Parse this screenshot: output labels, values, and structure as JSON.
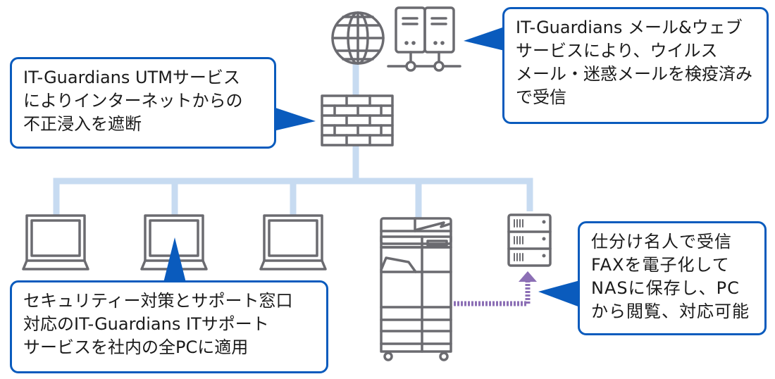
{
  "diagram": {
    "colors": {
      "network_line": "#c7dbf1",
      "device_stroke": "#6b6b70",
      "callout_border": "#0a5bbd",
      "callout_pointer": "#0a5bbd",
      "fax_flow": "#8c6fb5",
      "text": "#1a1a1a"
    },
    "devices": [
      {
        "id": "internet",
        "icon": "globe-icon"
      },
      {
        "id": "mail-web-server",
        "icon": "server-pair-icon"
      },
      {
        "id": "utm-firewall",
        "icon": "firewall-brick-icon"
      },
      {
        "id": "pc-1",
        "icon": "laptop-icon"
      },
      {
        "id": "pc-2",
        "icon": "laptop-icon"
      },
      {
        "id": "pc-3",
        "icon": "laptop-icon"
      },
      {
        "id": "multifunction-printer",
        "icon": "printer-icon"
      },
      {
        "id": "nas",
        "icon": "nas-rack-icon"
      }
    ],
    "callouts": {
      "utm": {
        "lines": [
          "IT-Guardians UTMサービス",
          "によりインターネットからの",
          "不正浸入を遮断"
        ]
      },
      "mail_web": {
        "lines": [
          "IT-Guardians メール&ウェブ",
          "サービスにより、ウイルス",
          "メール・迷惑メールを検疫済み",
          "で受信"
        ]
      },
      "it_support": {
        "lines": [
          "セキュリティー対策とサポート窓口",
          "対応のIT-Guardians ITサポート",
          "サービスを社内の全PCに適用"
        ]
      },
      "fax_nas": {
        "lines": [
          "仕分け名人で受信",
          "FAXを電子化して",
          "NASに保存し、PC",
          "から閲覧、対応可能"
        ]
      }
    }
  }
}
